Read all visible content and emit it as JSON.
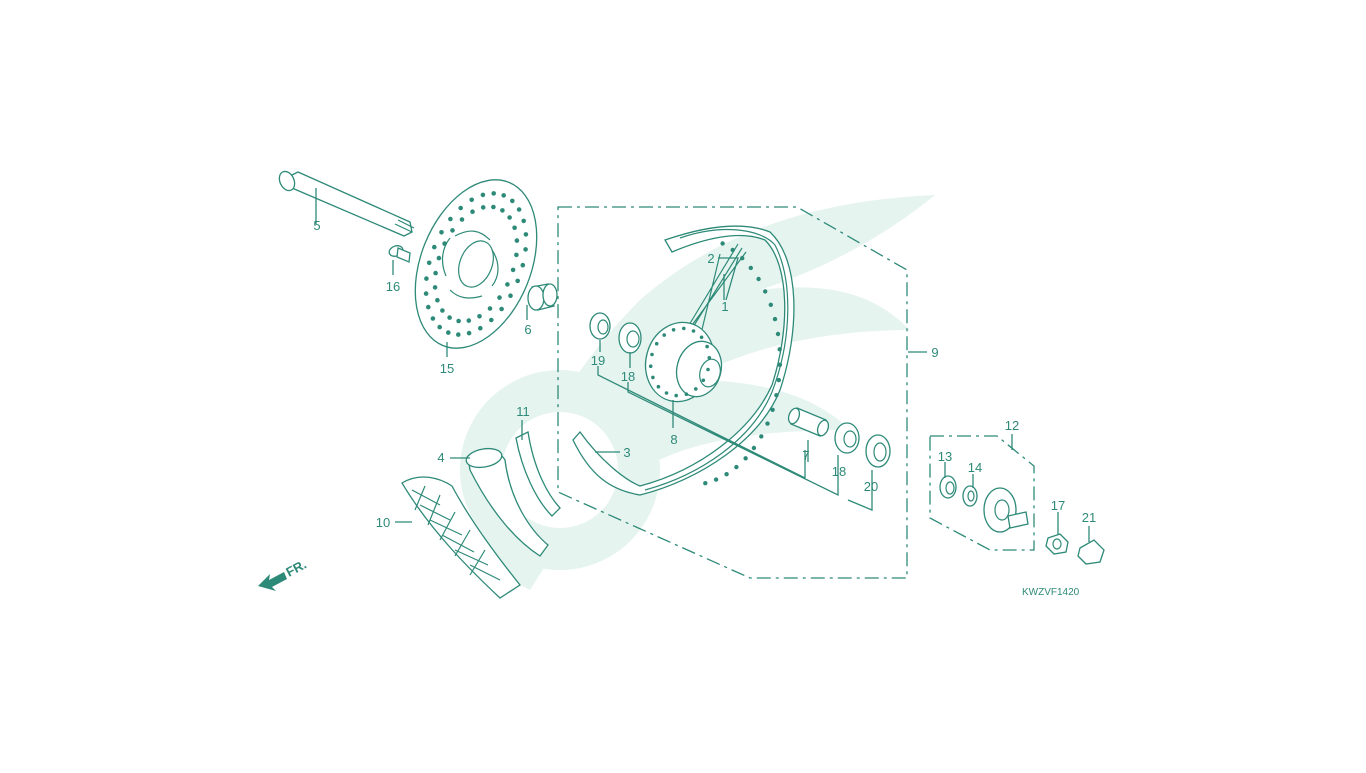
{
  "diagram": {
    "callouts": [
      "1",
      "2",
      "3",
      "4",
      "5",
      "6",
      "7",
      "8",
      "9",
      "10",
      "11",
      "12",
      "13",
      "14",
      "15",
      "16",
      "17",
      "18",
      "18",
      "19",
      "20",
      "21"
    ],
    "front_arrow_label": "FR.",
    "diagram_code": "KWZVF1420",
    "colors": {
      "line": "#2e8a78",
      "watermark": "#e6f4f0",
      "background": "#ffffff"
    }
  }
}
